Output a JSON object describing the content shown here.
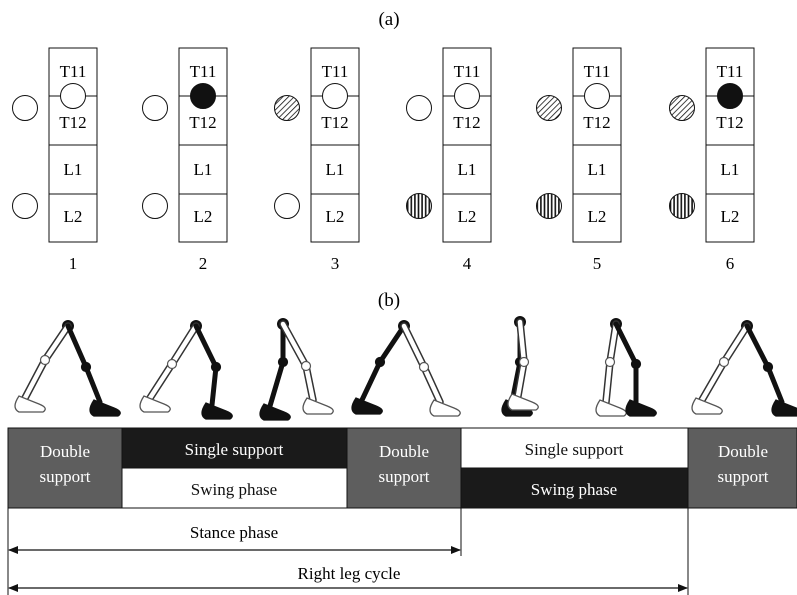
{
  "panel_a": {
    "label": "(a)",
    "segments": [
      "T11",
      "T12",
      "L1",
      "L2"
    ],
    "columns": [
      {
        "number": "1",
        "center_marker": "open",
        "side_upper": "open",
        "side_lower": "open"
      },
      {
        "number": "2",
        "center_marker": "filled",
        "side_upper": "open",
        "side_lower": "open"
      },
      {
        "number": "3",
        "center_marker": "open",
        "side_upper": "diagonal-hatch",
        "side_lower": "open"
      },
      {
        "number": "4",
        "center_marker": "open",
        "side_upper": "open",
        "side_lower": "vertical-hatch"
      },
      {
        "number": "5",
        "center_marker": "open",
        "side_upper": "diagonal-hatch",
        "side_lower": "vertical-hatch"
      },
      {
        "number": "6",
        "center_marker": "filled",
        "side_upper": "diagonal-hatch",
        "side_lower": "vertical-hatch"
      }
    ]
  },
  "panel_b": {
    "label": "(b)",
    "phases": {
      "double_support_1": [
        "Double",
        "support"
      ],
      "single_support_1": "Single support",
      "swing_phase_1": "Swing phase",
      "double_support_2": [
        "Double",
        "support"
      ],
      "single_support_2": "Single support",
      "swing_phase_2": "Swing phase",
      "double_support_3": [
        "Double",
        "support"
      ]
    },
    "stance_label": "Stance phase",
    "cycle_label": "Right leg cycle"
  },
  "colors": {
    "double_support": "#5e5e5e",
    "dark_bar": "#1a1a1a",
    "light_bar": "#ffffff",
    "ink": "#111111"
  }
}
